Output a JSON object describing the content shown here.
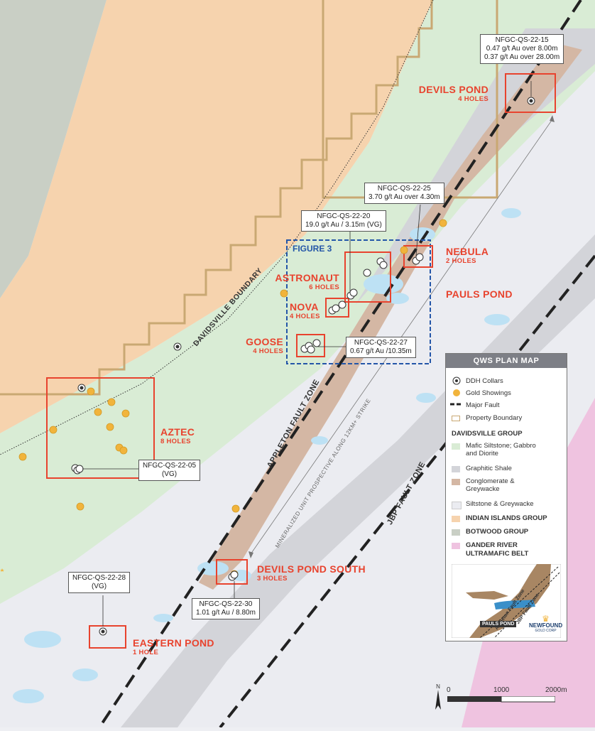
{
  "map": {
    "colors": {
      "botwood": "#c9cfc5",
      "indian_islands": "#f6d3ae",
      "mafic": "#d9ecd5",
      "graphitic": "#d3d4d9",
      "conglomerate": "#d4b7a4",
      "siltstone": "#ebecf1",
      "gander": "#efc3e0",
      "water": "#bde1f4",
      "target_box": "#e8432e",
      "boundary": "#c9a873",
      "gold": "#f1b43c"
    },
    "labels": {
      "davidsville_boundary": "DAVIDSVILLE BOUNDARY",
      "appleton_fault": "APPLETON FAULT ZONE",
      "jbp_fault": "JBP FAULT ZONE",
      "strike_note": "MINERALIZED UNIT PROSPECTIVE ALONG 12KM+ STRIKE",
      "pauls_pond": "PAULS POND",
      "figure3": "FIGURE 3"
    },
    "targets": [
      {
        "name": "DEVILS POND",
        "holes": "4 HOLES"
      },
      {
        "name": "NEBULA",
        "holes": "2 HOLES"
      },
      {
        "name": "ASTRONAUT",
        "holes": "6 HOLES"
      },
      {
        "name": "NOVA",
        "holes": "4 HOLES"
      },
      {
        "name": "GOOSE",
        "holes": "4 HOLES"
      },
      {
        "name": "AZTEC",
        "holes": "8 HOLES"
      },
      {
        "name": "DEVILS POND SOUTH",
        "holes": "3 HOLES"
      },
      {
        "name": "EASTERN POND",
        "holes": "1 HOLE"
      }
    ],
    "callouts": [
      {
        "lines": [
          "NFGC-QS-22-15",
          "0.47 g/t Au over 8.00m",
          "0.37 g/t Au over 28.00m"
        ]
      },
      {
        "lines": [
          "NFGC-QS-22-25",
          "3.70 g/t Au over 4.30m"
        ]
      },
      {
        "lines": [
          "NFGC-QS-22-20",
          "19.0 g/t Au / 3.15m (VG)"
        ]
      },
      {
        "lines": [
          "NFGC-QS-22-27",
          "0.67 g/t Au /10.35m"
        ]
      },
      {
        "lines": [
          "NFGC-QS-22-05",
          "(VG)"
        ]
      },
      {
        "lines": [
          "NFGC-QS-22-28",
          "(VG)"
        ]
      },
      {
        "lines": [
          "NFGC-QS-22-30",
          "1.01 g/t Au / 8.80m"
        ]
      }
    ]
  },
  "legend": {
    "title": "QWS PLAN MAP",
    "symbols": [
      "DDH Collars",
      "Gold Showings",
      "Major Fault",
      "Property Boundary"
    ],
    "davidsville_heading": "DAVIDSVILLE GROUP",
    "units": [
      "Mafic Siltstone; Gabbro and Diorite",
      "Graphitic Shale",
      "Conglomerate & Greywacke",
      "Siltstone & Greywacke"
    ],
    "groups": [
      "INDIAN ISLANDS GROUP",
      "BOTWOOD GROUP",
      "GANDER RIVER ULTRAMAFIC BELT"
    ],
    "inset_labels": {
      "appleton": "Appleton Fault Zone",
      "jbp": "JBP Fault Zone",
      "pauls_pond": "PAULS POND"
    },
    "logo": {
      "name": "NEWFOUND",
      "sub": "GOLD CORP"
    },
    "scale": {
      "ticks": [
        "0",
        "1000",
        "2000m"
      ]
    },
    "north": "N"
  }
}
